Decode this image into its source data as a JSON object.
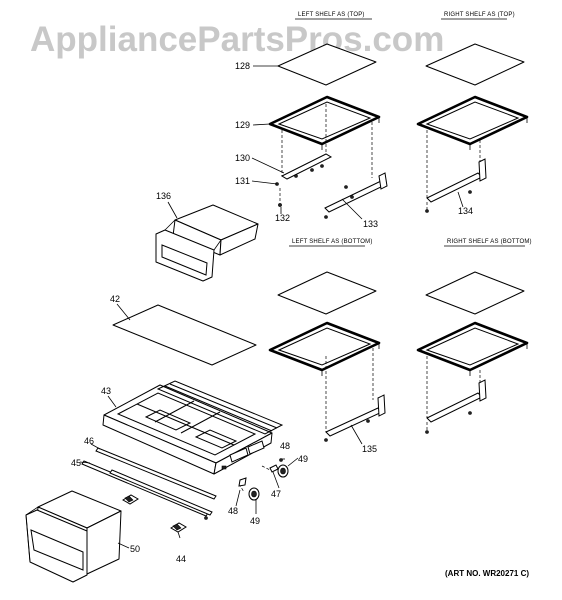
{
  "watermark": "AppliancePartsPros.com",
  "sections": {
    "left_top": "LEFT SHELF AS (TOP)",
    "right_top": "RIGHT SHELF AS (TOP)",
    "left_bottom": "LEFT SHELF AS (BOTTOM)",
    "right_bottom": "RIGHT SHELF AS (BOTTOM)"
  },
  "callouts": {
    "c128": "128",
    "c129": "129",
    "c130": "130",
    "c131": "131",
    "c132": "132",
    "c133": "133",
    "c134": "134",
    "c135": "135",
    "c136": "136",
    "c42": "42",
    "c43": "43",
    "c44": "44",
    "c45": "45",
    "c46": "46",
    "c47": "47",
    "c48a": "48",
    "c48b": "48",
    "c49a": "49",
    "c49b": "49",
    "c50": "50"
  },
  "art_number": "(ART NO. WR20271 C)"
}
